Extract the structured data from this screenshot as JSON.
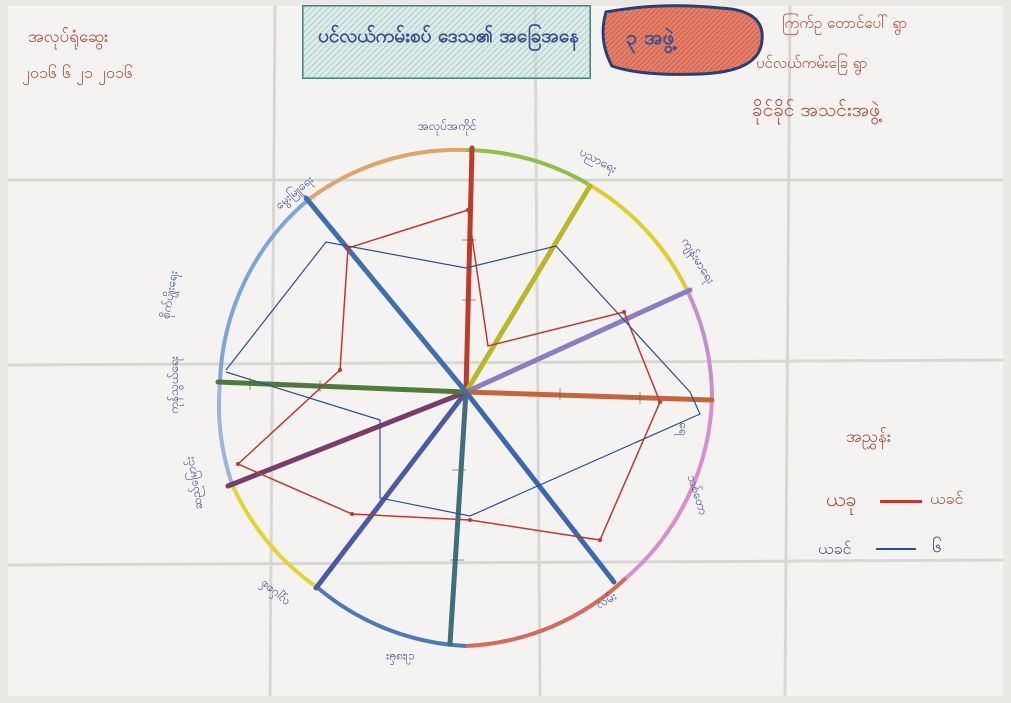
{
  "photo": {
    "subject": "hand-drawn radar / spoke diagram on a folded paper sheet",
    "top_left_note": {
      "line1": "အလုပ်ရုံဆွေး",
      "line2": "၂၀၁၆ ၆ ၂၁ ၂၀၁၆"
    },
    "title_box": "ပင်လယ်ကမ်းစပ် ဒေသ၏ အခြေအနေ",
    "group_tag": "၃ အဖွဲ့",
    "top_right_notes": [
      "ကြက်ဥ တောင်ပေါ် ရွာ",
      "ပင်လယ်ကမ်းခြေ ရွာ",
      "ခိုင်ခိုင် အသင်းအဖွဲ့"
    ],
    "legend": {
      "title": "အညွှန်း",
      "rows": [
        {
          "label": "ယခု",
          "value": "ယခင်"
        },
        {
          "label": "ယခင်",
          "value": "၆"
        }
      ]
    },
    "spoke_labels": [
      "အလုပ်အကိုင်",
      "ပညာရေး",
      "ကျန်းမာရေး",
      "ရေ",
      "လမ်း",
      "ငါးဖမ်း",
      "လျှပ်စစ်",
      "ဆည်မြောင်း",
      "ကုန်သွယ်ရေး",
      "စိုက်ပျိုးရေး",
      "မွေးမြူရေး",
      "သစ်တော"
    ],
    "colors": {
      "paper": "#f1f0ed",
      "red_ink": "#b4452f",
      "blue_ink": "#3a4f8f",
      "title_box_fill": "#b9dcd6",
      "group_tag_fill": "#e2806a"
    }
  }
}
